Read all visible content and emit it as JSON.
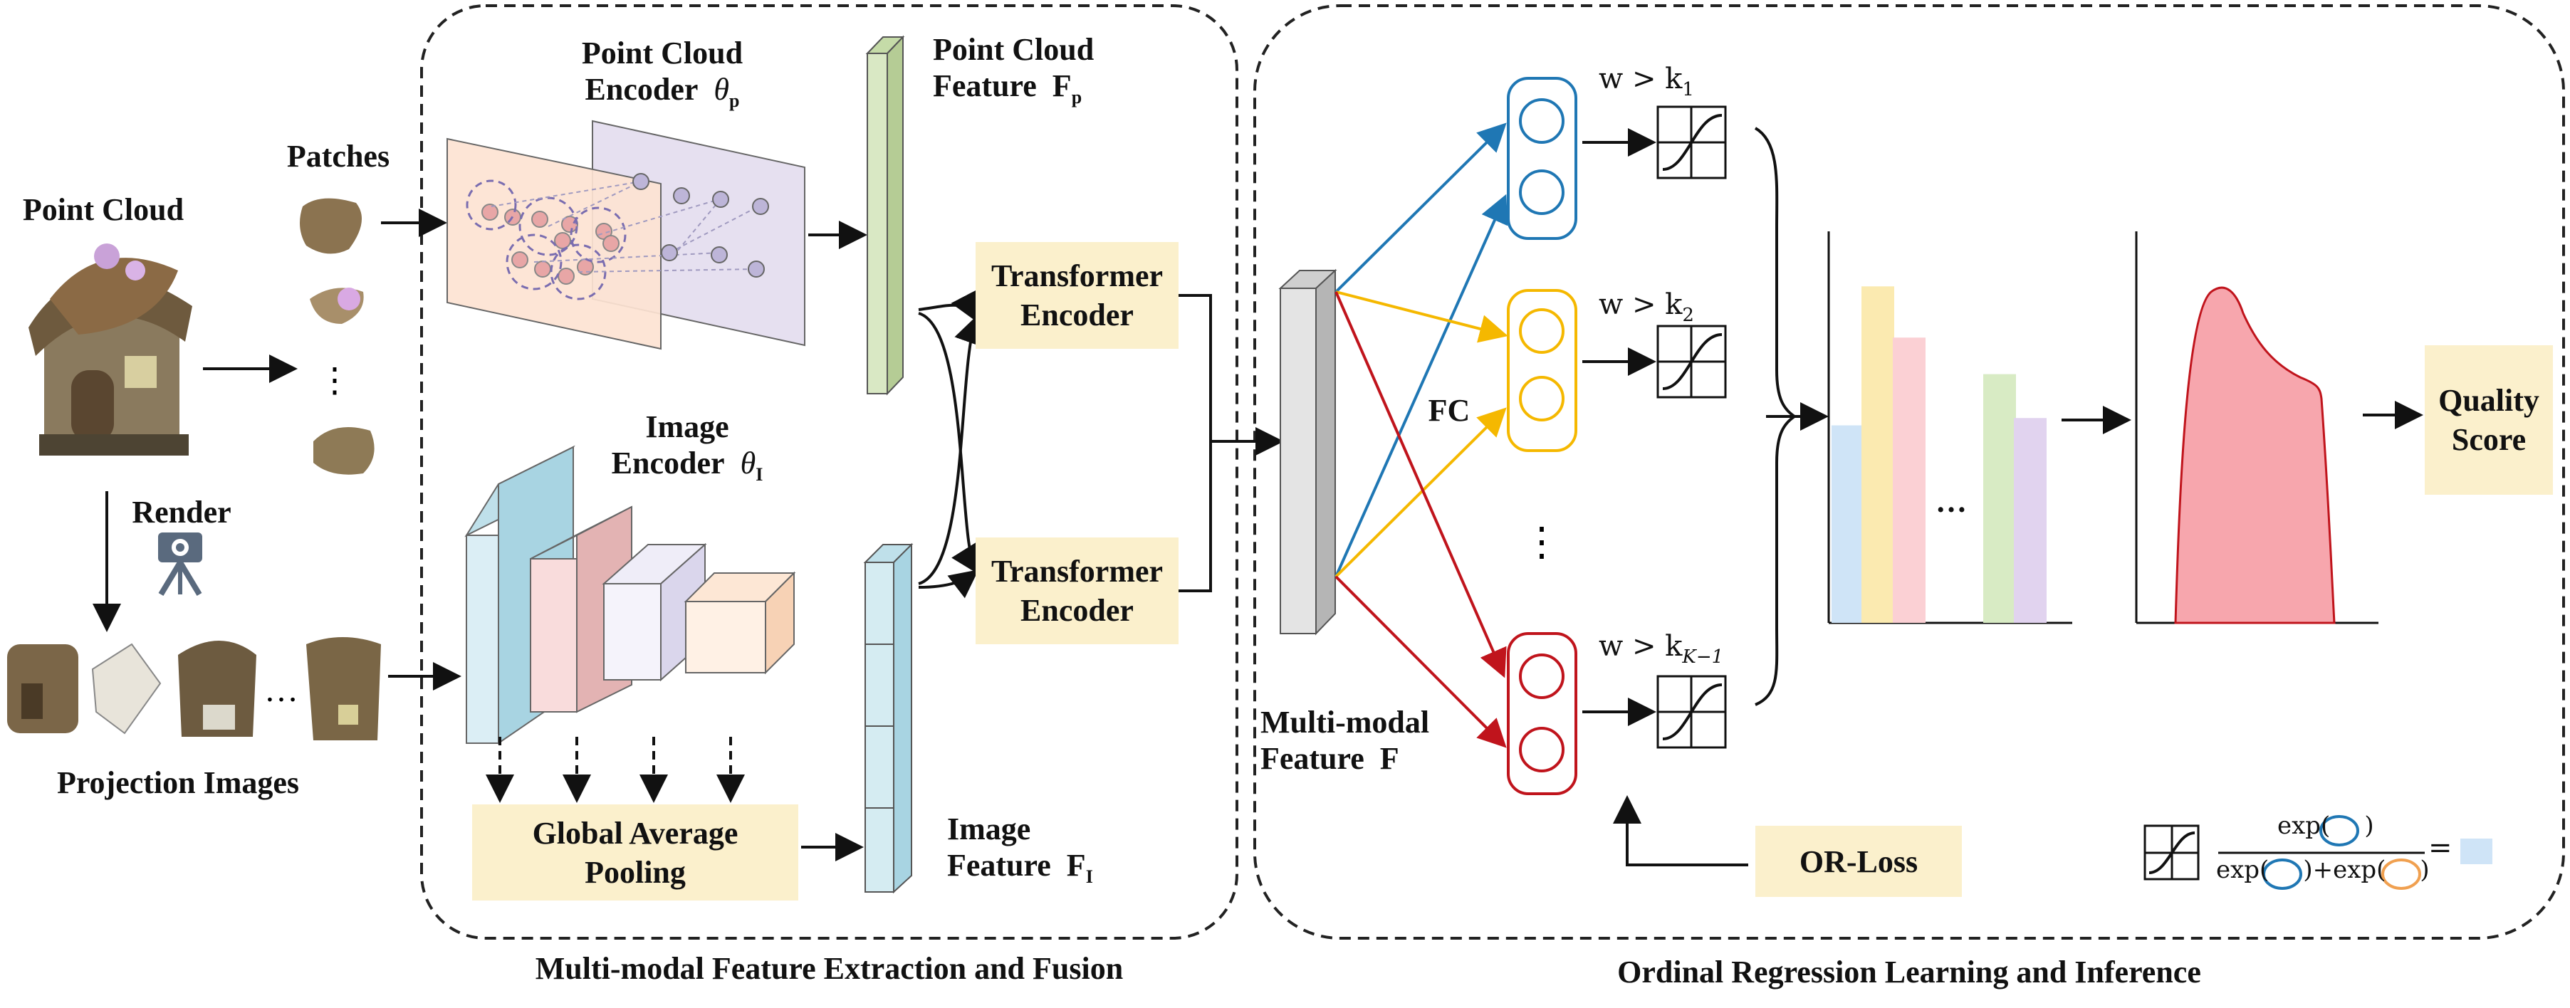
{
  "labels": {
    "point_cloud": "Point Cloud",
    "patches": "Patches",
    "render": "Render",
    "projection_images": "Projection Images",
    "pc_encoder_line1": "Point Cloud",
    "pc_encoder_line2": "Encoder",
    "pc_encoder_theta": "θ",
    "pc_encoder_sub": "p",
    "pc_feature_line1": "Point Cloud",
    "pc_feature_line2": "Feature",
    "pc_feature_sym": "F",
    "pc_feature_sub": "p",
    "img_encoder_line1": "Image",
    "img_encoder_line2": "Encoder",
    "img_encoder_theta": "θ",
    "img_encoder_sub": "I",
    "img_feature_line1": "Image",
    "img_feature_line2": "Feature",
    "img_feature_sym": "F",
    "img_feature_sub": "I",
    "transformer_1_line1": "Transformer",
    "transformer_1_line2": "Encoder",
    "transformer_2_line1": "Transformer",
    "transformer_2_line2": "Encoder",
    "gap_line1": "Global Average",
    "gap_line2": "Pooling",
    "mm_feature_line1": "Multi-modal",
    "mm_feature_line2": "Feature",
    "mm_feature_sym": "F",
    "fc": "FC",
    "w1": "w > k",
    "w1_sub": "1",
    "w2": "w > k",
    "w2_sub": "2",
    "wk": "w > k",
    "wk_sub": "K−1",
    "or_loss": "OR-Loss",
    "quality_line1": "Quality",
    "quality_line2": "Score",
    "ellipsis_h1": "…",
    "ellipsis_h2": "…",
    "ellipsis_bars": "…",
    "formula_num": "exp(",
    "formula_num_close": ")",
    "formula_den_a": "exp(",
    "formula_den_close_a": ")",
    "formula_plus": "+",
    "formula_den_b": "exp(",
    "formula_den_close_b": ")",
    "formula_eq": "="
  },
  "sections": {
    "left": "Multi-modal Feature Extraction and Fusion",
    "right": "Ordinal Regression Learning and Inference"
  },
  "colors": {
    "pc_plane_front": "#fde3d3",
    "pc_plane_back": "#e6e0f0",
    "pc_feature": "#d9e8c4",
    "img_feature": "#d5ecf2",
    "box_fill": "#fbf0cc",
    "arrow_blue": "#1f77b4",
    "arrow_yellow": "#f5b800",
    "arrow_red": "#c0141c",
    "distribution": "#f7a6ad",
    "bar_blue": "#cfe4f7",
    "bar_yellow": "#fbeab0",
    "bar_pink": "#fbd0d4",
    "bar_green": "#d8ebc4",
    "bar_purple": "#e1d3ef"
  },
  "chart_data": {
    "type": "bar",
    "categories": [
      "",
      "",
      "",
      "",
      ""
    ],
    "values": [
      270,
      460,
      390,
      340,
      280
    ]
  }
}
